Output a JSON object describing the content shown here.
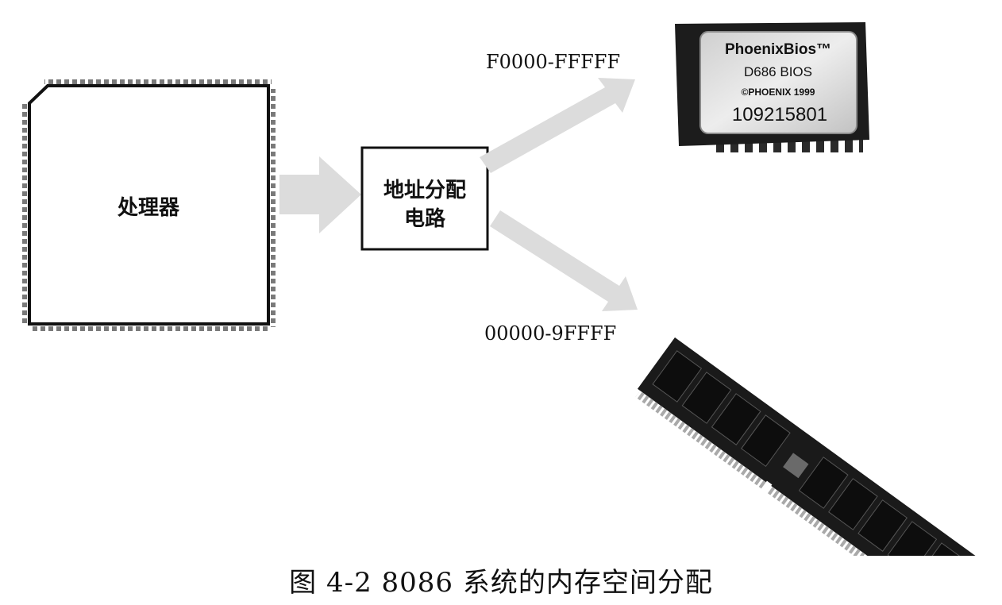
{
  "processor": {
    "label": "处理器"
  },
  "decoder": {
    "line1": "地址分配",
    "line2": "电路"
  },
  "rom_arrow": {
    "address_range": "F0000-FFFFF"
  },
  "ram_arrow": {
    "address_range": "00000-9FFFF"
  },
  "bios_chip": {
    "brand": "PhoenixBios™",
    "model": "D686 BIOS",
    "copyright": "©PHOENIX 1999",
    "serial": "109215801"
  },
  "caption": "图 4-2   8086 系统的内存空间分配"
}
